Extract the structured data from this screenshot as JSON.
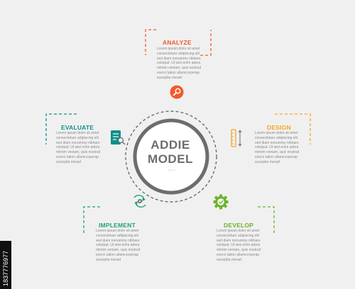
{
  "center": {
    "line1": "ADDIE",
    "line2": "MODEL",
    "dots": "••••"
  },
  "filler_lines": [
    "Lorem ipsum dolor sit amet",
    "consectetuer adipiscing elit",
    "sed diam nonummy nibhare",
    "volutpat. Ut wisi enim adera",
    "mimim veniam, quis nostrud",
    "exerci tation ullamcorperap",
    "suscipita merad"
  ],
  "steps": [
    {
      "id": "analyze",
      "title": "ANALYZE",
      "color": "#f15a2b",
      "icon": "magnifier-icon"
    },
    {
      "id": "design",
      "title": "DESIGN",
      "color": "#f5a623",
      "icon": "ruler-icon"
    },
    {
      "id": "develop",
      "title": "DEVELOP",
      "color": "#6bb42c",
      "icon": "gear-check-icon"
    },
    {
      "id": "implement",
      "title": "IMPLEMENT",
      "color": "#22a17d",
      "icon": "cycle-gear-icon"
    },
    {
      "id": "evaluate",
      "title": "EVALUATE",
      "color": "#0f8f8a",
      "icon": "checklist-icon"
    }
  ],
  "watermark": "1837776977"
}
